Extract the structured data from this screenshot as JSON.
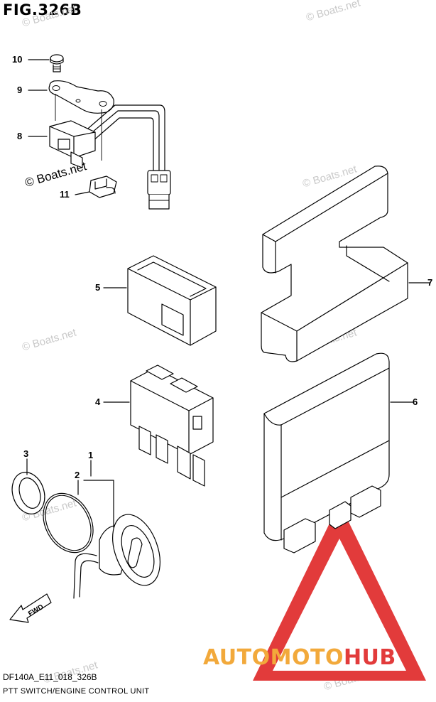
{
  "figure": {
    "title": "FIG.326B",
    "code": "DF140A_E11_018_326B",
    "description": "PTT SWITCH/ENGINE CONTROL UNIT",
    "direction_label": "FWD"
  },
  "callouts": [
    {
      "id": "10",
      "label": "10"
    },
    {
      "id": "9",
      "label": "9"
    },
    {
      "id": "8",
      "label": "8"
    },
    {
      "id": "11",
      "label": "11"
    },
    {
      "id": "5",
      "label": "5"
    },
    {
      "id": "7",
      "label": "7"
    },
    {
      "id": "4",
      "label": "4"
    },
    {
      "id": "6",
      "label": "6"
    },
    {
      "id": "3",
      "label": "3"
    },
    {
      "id": "2",
      "label": "2"
    },
    {
      "id": "1",
      "label": "1"
    }
  ],
  "watermarks": {
    "faint": "© Boats.net",
    "dark": "© Boats.net"
  },
  "logo": {
    "part1": "AUTOMOTO",
    "part2": "HUB",
    "colors": {
      "triangle": "#e23b3b",
      "part1": "#f2a93b",
      "part2": "#e23b3b"
    }
  }
}
